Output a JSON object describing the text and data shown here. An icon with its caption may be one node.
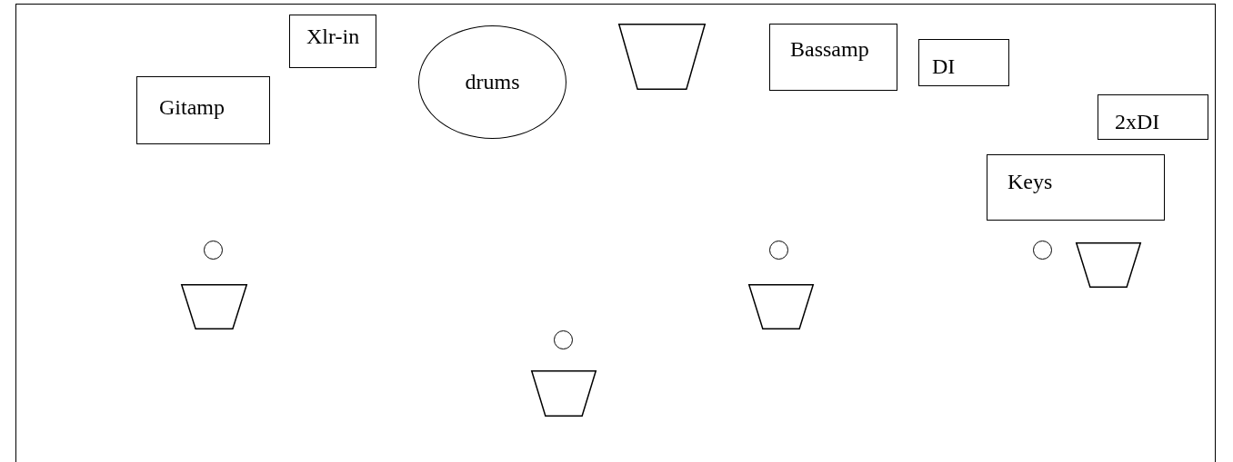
{
  "diagram": {
    "nodes": [
      {
        "text": [
          "Gitamp"
        ]
      },
      {
        "text": [
          "Xlr-in"
        ]
      },
      {
        "text": [
          "drums"
        ]
      },
      {
        "text": [],
        "shape": "trapezoid"
      },
      {
        "text": [
          "Bassamp"
        ]
      },
      {
        "text": [
          "DI"
        ]
      },
      {
        "text": [
          "2xDI"
        ]
      },
      {
        "text": [
          "Keys"
        ]
      },
      {
        "text": [],
        "shape": "circle"
      },
      {
        "text": [],
        "shape": "circle"
      },
      {
        "text": [],
        "shape": "circle"
      },
      {
        "text": [],
        "shape": "circle"
      },
      {
        "text": [],
        "shape": "trapezoid"
      },
      {
        "text": [],
        "shape": "trapezoid"
      },
      {
        "text": [],
        "shape": "trapezoid"
      },
      {
        "text": [],
        "shape": "trapezoid"
      }
    ]
  }
}
